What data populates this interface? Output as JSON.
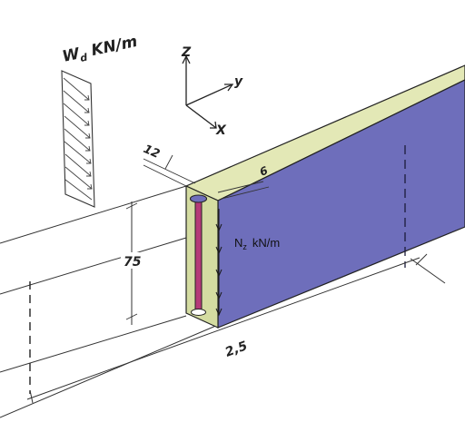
{
  "load_label": {
    "main": "W",
    "sub": "d",
    "unit": "KN/m"
  },
  "axes": {
    "z": "Z",
    "y": "y",
    "x": "X"
  },
  "dimensions": {
    "width": "12",
    "thickness": "6",
    "height": "75",
    "length": "2,5"
  },
  "beam_load_label": {
    "main": "N",
    "sub": "z",
    "unit": "kN/m"
  },
  "colors": {
    "top_face": "#e3e8b6",
    "front_face": "#6e6ebb",
    "end_face": "#d4dca1",
    "stud": "#b53a78",
    "stroke": "#222222"
  }
}
